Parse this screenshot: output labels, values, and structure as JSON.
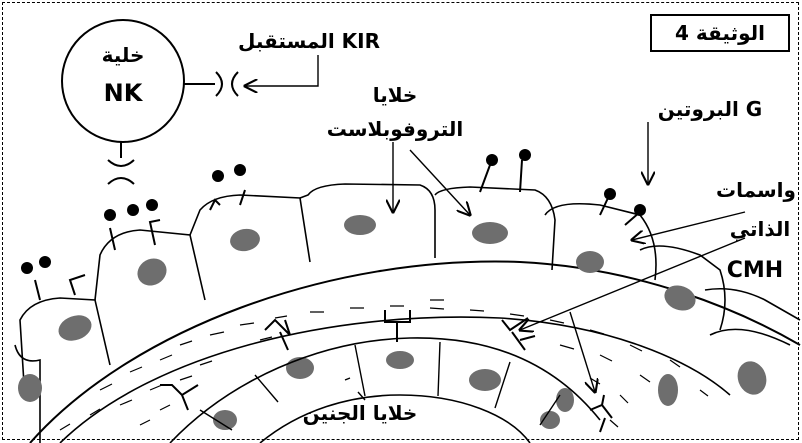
{
  "document_label": "الوثيقة 4",
  "labels": {
    "nk_cell_line1": "خلية",
    "nk_cell_line2": "NK",
    "kir_receptor": "المستقبل KIR",
    "trophoblast_line1": "خلايا",
    "trophoblast_line2": "التروفوبلاست",
    "protein_g": "البروتين G",
    "cmh_line1": "واسمات",
    "cmh_line2": "الذاتي",
    "cmh_line3": "CMH",
    "fetal_cells": "خلايا الجنين"
  },
  "colors": {
    "nucleus": "#6e6e6e",
    "stroke": "#000000",
    "background": "#ffffff"
  }
}
